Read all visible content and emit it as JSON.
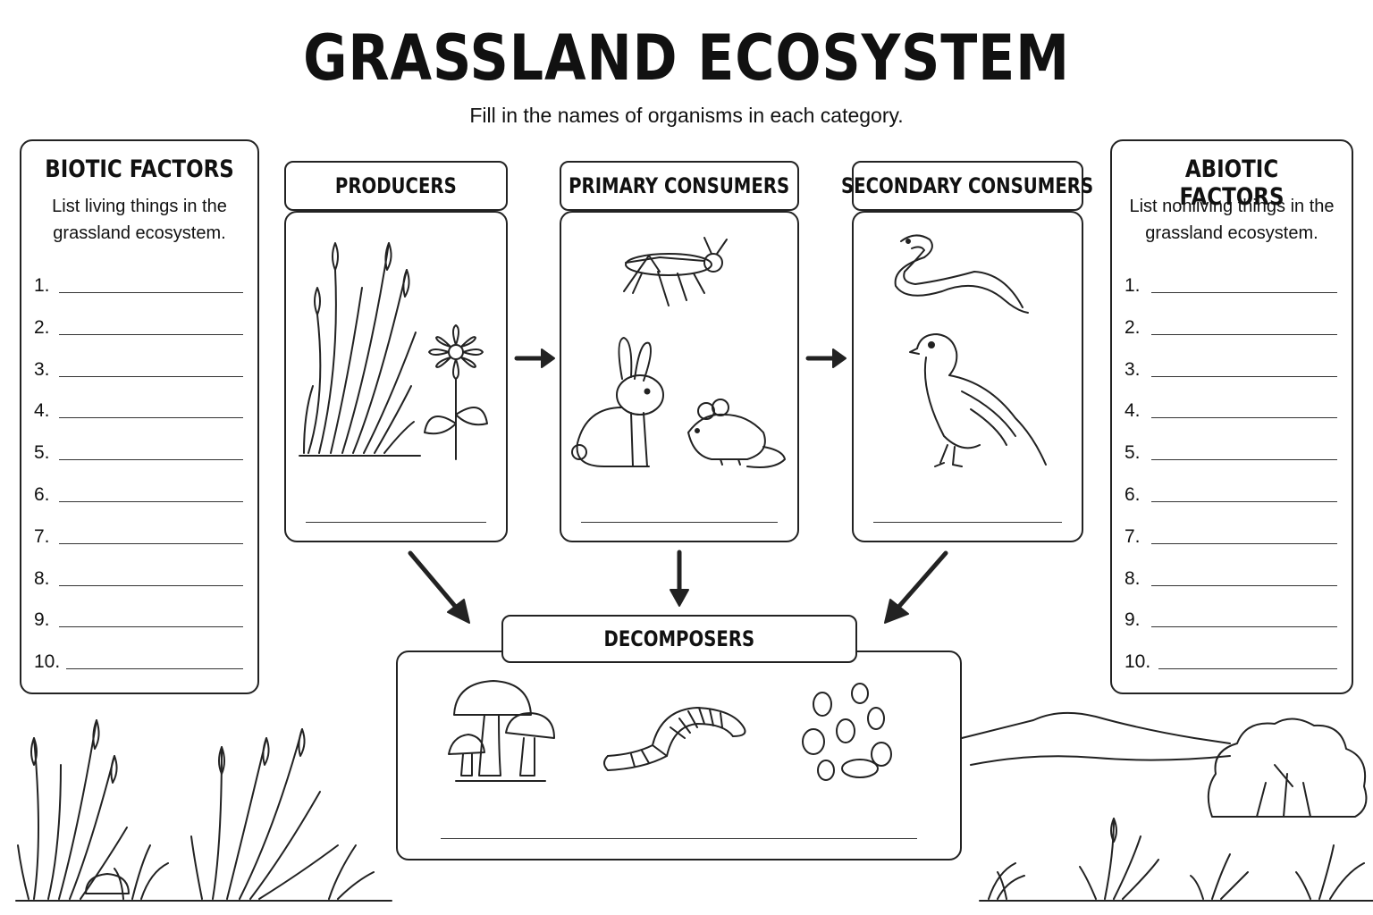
{
  "title": "GRASSLAND ECOSYSTEM",
  "subtitle": "Fill in the names of organisms in each category.",
  "biotic": {
    "title": "BIOTIC FACTORS",
    "desc_line1": "List living things in the",
    "desc_line2": "grassland ecosystem.",
    "numbers": [
      "1.",
      "2.",
      "3.",
      "4.",
      "5.",
      "6.",
      "7.",
      "8.",
      "9.",
      "10."
    ]
  },
  "abiotic": {
    "title": "ABIOTIC FACTORS",
    "desc_line1": "List nonliving things in the",
    "desc_line2": "grassland ecosystem.",
    "numbers": [
      "1.",
      "2.",
      "3.",
      "4.",
      "5.",
      "6.",
      "7.",
      "8.",
      "9.",
      "10."
    ]
  },
  "categories": {
    "producers": "PRODUCERS",
    "primary": "PRIMARY CONSUMERS",
    "secondary": "SECONDARY CONSUMERS",
    "decomposers": "DECOMPOSERS"
  },
  "icons": {
    "producers": [
      "grass-icon",
      "flower-icon"
    ],
    "primary": [
      "grasshopper-icon",
      "rabbit-icon",
      "mouse-icon"
    ],
    "secondary": [
      "snake-icon",
      "hawk-icon"
    ],
    "decomposers": [
      "mushroom-icon",
      "worm-icon",
      "bacteria-icon"
    ],
    "scene": [
      "grass-tuft-icon",
      "hills-icon",
      "bush-icon",
      "rock-icon"
    ]
  }
}
